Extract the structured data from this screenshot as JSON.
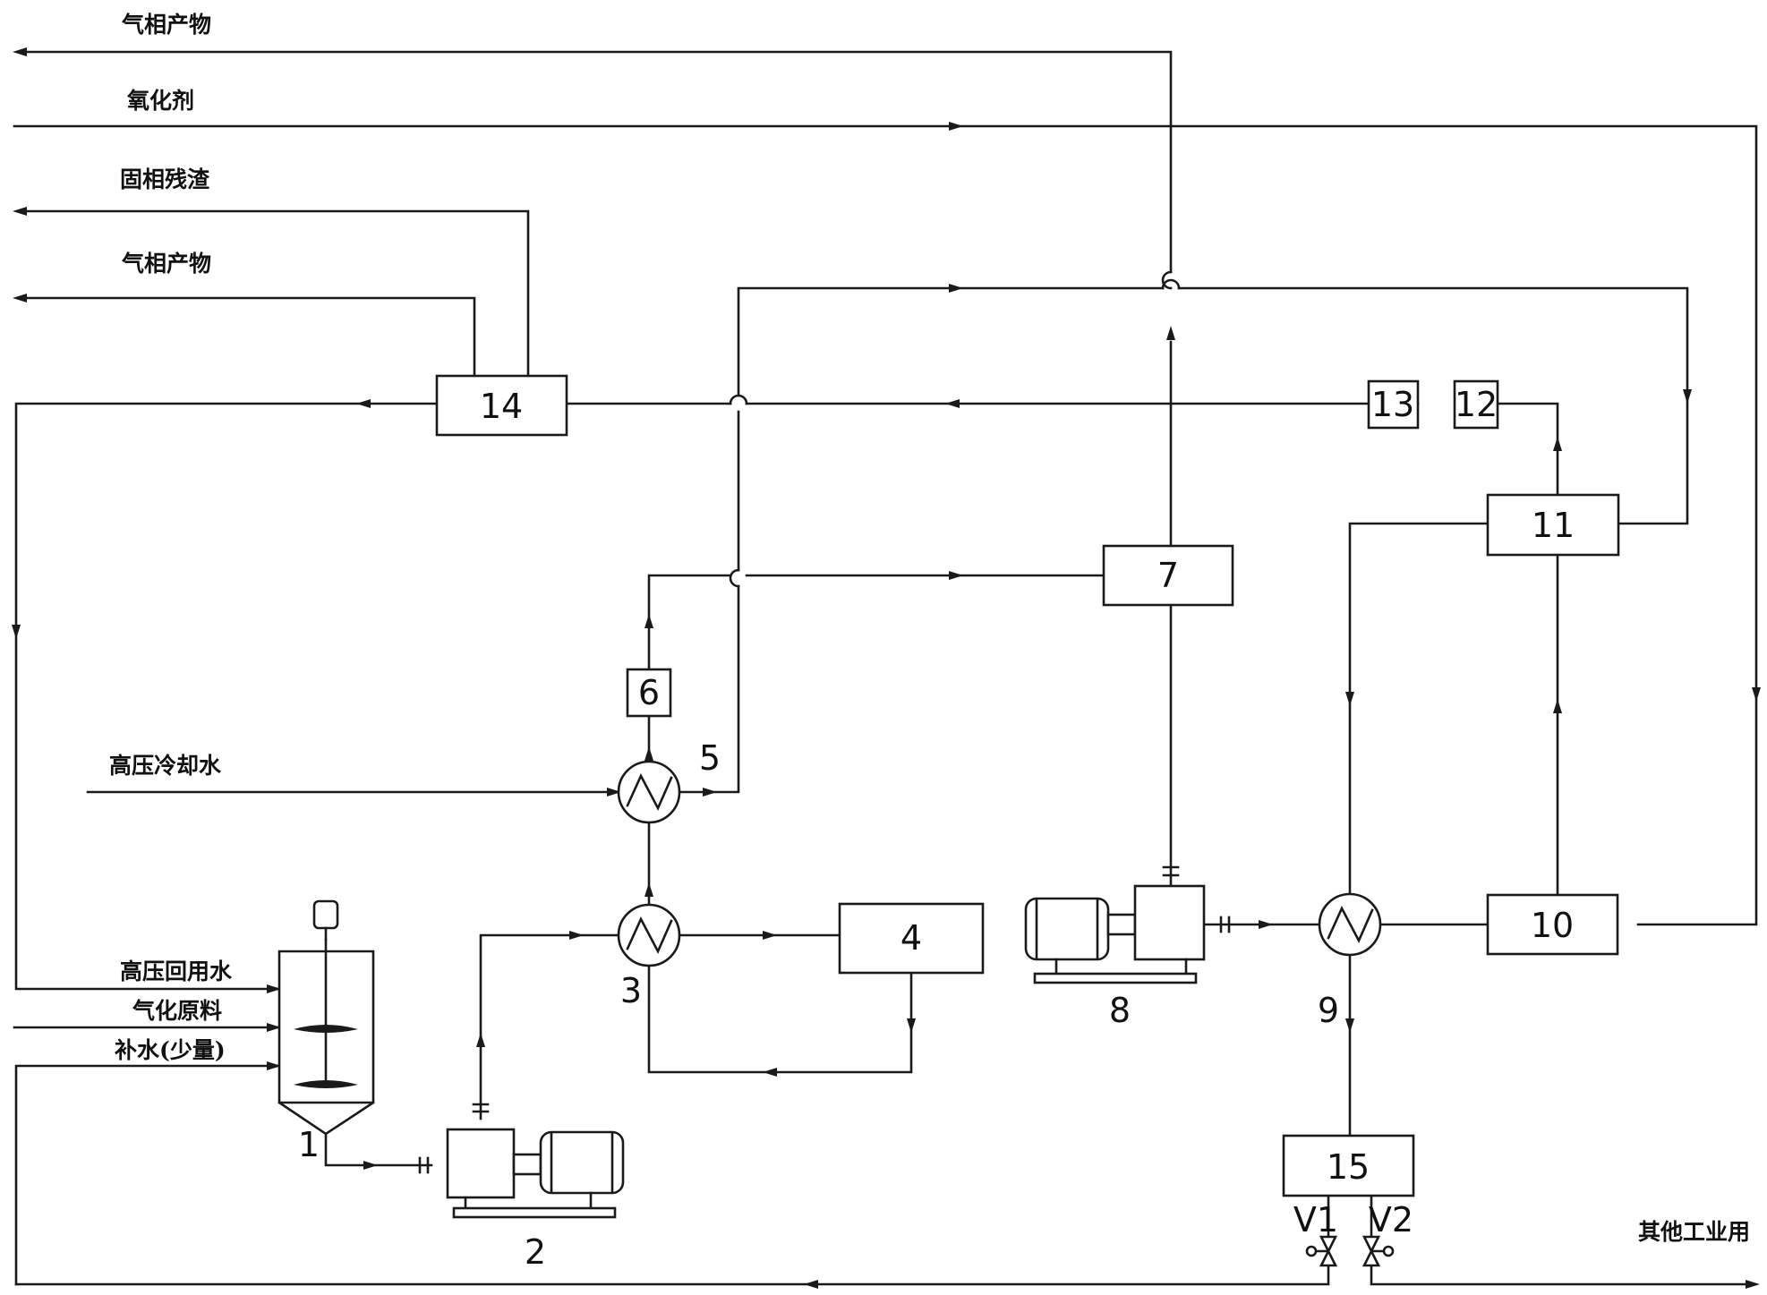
{
  "stream_labels": {
    "gas_product_top": "气相产物",
    "oxidant": "氧化剂",
    "solid_residue": "固相残渣",
    "gas_product_2": "气相产物",
    "hp_cooling_water": "高压冷却水",
    "hp_recycle_water": "高压回用水",
    "gasification_feed": "气化原料",
    "makeup_water": "补水(少量)",
    "other_industrial": "其他工业用"
  },
  "units": {
    "u1": "1",
    "u2": "2",
    "u3": "3",
    "u4": "4",
    "u5": "5",
    "u6": "6",
    "u7": "7",
    "u8": "8",
    "u9": "9",
    "u10": "10",
    "u11": "11",
    "u12": "12",
    "u13": "13",
    "u14": "14",
    "u15": "15"
  },
  "valves": {
    "v1": "V1",
    "v2": "V2"
  }
}
